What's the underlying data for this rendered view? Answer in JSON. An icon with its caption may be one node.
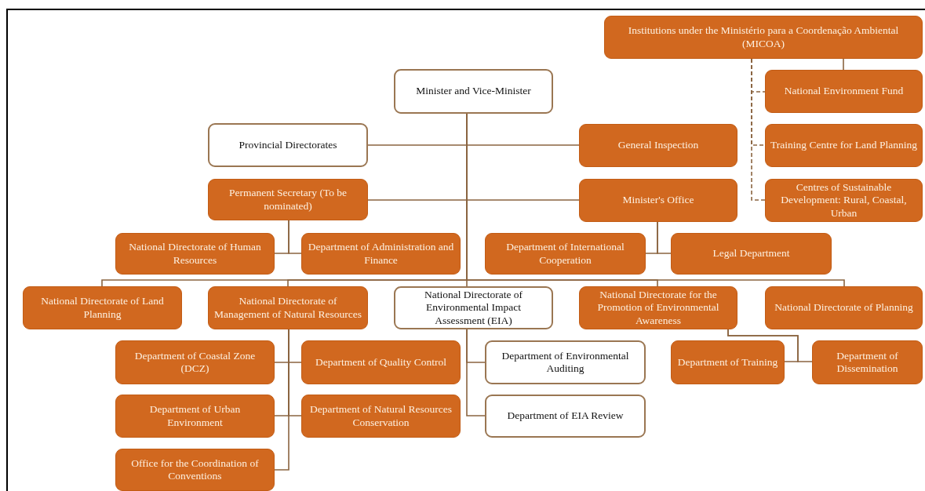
{
  "diagram": {
    "nodes": [
      {
        "text": [
          "Institutions under the Ministério para a Coordenação Ambiental (MICOA)"
        ]
      },
      {
        "text": [
          "National Environment Fund"
        ]
      },
      {
        "text": [
          "Training Centre for Land Planning"
        ]
      },
      {
        "text": [
          "Centres of Sustainable Development: Rural, Coastal, Urban"
        ]
      },
      {
        "text": [
          "Minister and Vice-Minister"
        ]
      },
      {
        "text": [
          "Provincial Directorates"
        ]
      },
      {
        "text": [
          "General Inspection"
        ]
      },
      {
        "text": [
          "Permanent Secretary (To be nominated)"
        ]
      },
      {
        "text": [
          "Minister's Office"
        ]
      },
      {
        "text": [
          "National Directorate of Human Resources"
        ]
      },
      {
        "text": [
          "Department of Administration and Finance"
        ]
      },
      {
        "text": [
          "Department of International Cooperation"
        ]
      },
      {
        "text": [
          "Legal Department"
        ]
      },
      {
        "text": [
          "National Directorate of Land Planning"
        ]
      },
      {
        "text": [
          "National Directorate of Management of Natural Resources"
        ]
      },
      {
        "text": [
          "National Directorate of Environmental Impact Assessment (EIA)"
        ]
      },
      {
        "text": [
          "National Directorate for the Promotion of Environmental Awareness"
        ]
      },
      {
        "text": [
          "National Directorate of Planning"
        ]
      },
      {
        "text": [
          "Department of Coastal Zone (DCZ)"
        ]
      },
      {
        "text": [
          "Department of Quality Control"
        ]
      },
      {
        "text": [
          "Department of Environmental Auditing"
        ]
      },
      {
        "text": [
          "Department of Training"
        ]
      },
      {
        "text": [
          "Department of Dissemination"
        ]
      },
      {
        "text": [
          "Department of Urban Environment"
        ]
      },
      {
        "text": [
          "Department of Natural Resources Conservation"
        ]
      },
      {
        "text": [
          "Department of EIA Review"
        ]
      },
      {
        "text": [
          "Office for the Coordination of Conventions"
        ]
      }
    ],
    "edges": [
      {
        "from": 4,
        "to": 5,
        "arrow": "none"
      },
      {
        "from": 4,
        "to": 6,
        "arrow": "none"
      },
      {
        "from": 4,
        "to": 7,
        "arrow": "none"
      },
      {
        "from": 4,
        "to": 8,
        "arrow": "none"
      },
      {
        "from": 4,
        "to": 13,
        "arrow": "none"
      },
      {
        "from": 4,
        "to": 14,
        "arrow": "none"
      },
      {
        "from": 4,
        "to": 15,
        "arrow": "none"
      },
      {
        "from": 4,
        "to": 16,
        "arrow": "none"
      },
      {
        "from": 4,
        "to": 17,
        "arrow": "none"
      },
      {
        "from": 7,
        "to": 9,
        "arrow": "none"
      },
      {
        "from": 7,
        "to": 10,
        "arrow": "none"
      },
      {
        "from": 8,
        "to": 11,
        "arrow": "none"
      },
      {
        "from": 8,
        "to": 12,
        "arrow": "none"
      },
      {
        "from": 14,
        "to": 18,
        "arrow": "none"
      },
      {
        "from": 14,
        "to": 19,
        "arrow": "none"
      },
      {
        "from": 14,
        "to": 23,
        "arrow": "none"
      },
      {
        "from": 14,
        "to": 24,
        "arrow": "none"
      },
      {
        "from": 14,
        "to": 26,
        "arrow": "none"
      },
      {
        "from": 15,
        "to": 20,
        "arrow": "none"
      },
      {
        "from": 15,
        "to": 25,
        "arrow": "none"
      },
      {
        "from": 16,
        "to": 21,
        "arrow": "none"
      },
      {
        "from": 16,
        "to": 22,
        "arrow": "none"
      },
      {
        "from": 0,
        "to": 1,
        "arrow": "none"
      },
      {
        "from": 0,
        "to": 1,
        "arrow": "none",
        "style": "dashed"
      },
      {
        "from": 0,
        "to": 2,
        "arrow": "none",
        "style": "dashed"
      },
      {
        "from": 0,
        "to": 3,
        "arrow": "none",
        "style": "dashed"
      }
    ]
  }
}
